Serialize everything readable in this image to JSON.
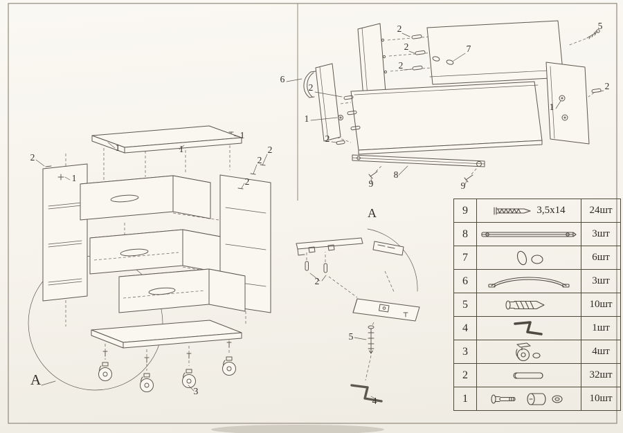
{
  "page": {
    "paper_color": "#f6f3ec",
    "line_color": "#5d584e"
  },
  "cabinet_view": {
    "marker": "A",
    "callouts": [
      "2",
      "1",
      "1",
      "1",
      "1",
      "2",
      "2",
      "2",
      "3"
    ]
  },
  "drawer_view": {
    "callouts": [
      "2",
      "2",
      "2",
      "7",
      "5",
      "6",
      "2",
      "1",
      "2",
      "8",
      "9",
      "9",
      "2",
      "1"
    ]
  },
  "detail_view": {
    "marker": "A",
    "callouts": [
      "2",
      "5",
      "4"
    ]
  },
  "parts_table": {
    "rows": [
      {
        "num": "9",
        "spec": "3,5x14",
        "qty": "24шт",
        "icon": "wood-screw-icon"
      },
      {
        "num": "8",
        "spec": "",
        "qty": "3шт",
        "icon": "drawer-slide-icon"
      },
      {
        "num": "7",
        "spec": "",
        "qty": "6шт",
        "icon": "cover-cap-icon"
      },
      {
        "num": "6",
        "spec": "",
        "qty": "3шт",
        "icon": "handle-icon"
      },
      {
        "num": "5",
        "spec": "",
        "qty": "10шт",
        "icon": "confirmat-screw-icon"
      },
      {
        "num": "4",
        "spec": "",
        "qty": "1шт",
        "icon": "hex-key-icon"
      },
      {
        "num": "3",
        "spec": "",
        "qty": "4шт",
        "icon": "caster-icon"
      },
      {
        "num": "2",
        "spec": "",
        "qty": "32шт",
        "icon": "wooden-dowel-icon"
      },
      {
        "num": "1",
        "spec": "",
        "qty": "10шт",
        "icon": "cam-bolt-icon"
      }
    ]
  }
}
